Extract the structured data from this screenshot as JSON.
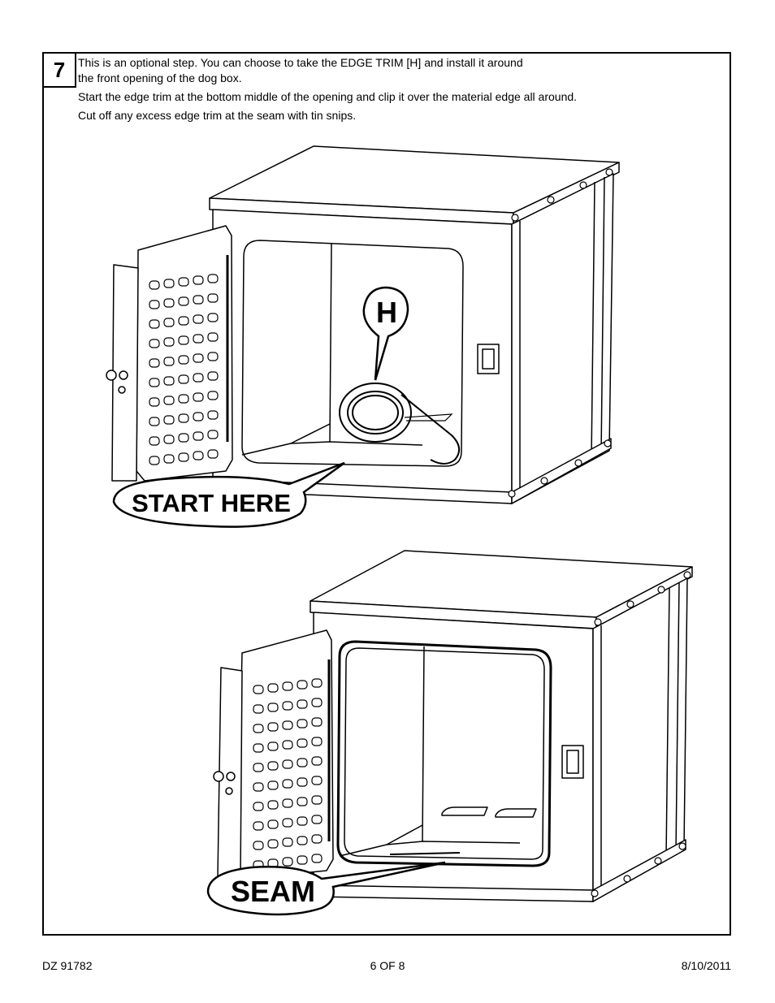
{
  "step": {
    "number": "7"
  },
  "instructions": [
    "This is an optional step.  You can choose to take the EDGE TRIM [H] and install it around",
    "the front opening of the dog box.",
    "Start the edge trim at the bottom middle of the opening and clip it over the material edge all around.",
    "Cut off any excess edge trim at the seam with tin snips."
  ],
  "figures": {
    "top": {
      "part_label": "H",
      "callout": "START HERE"
    },
    "bottom": {
      "callout": "SEAM"
    }
  },
  "footer": {
    "left": "DZ 91782",
    "center": "6 OF 8",
    "right": "8/10/2011"
  }
}
